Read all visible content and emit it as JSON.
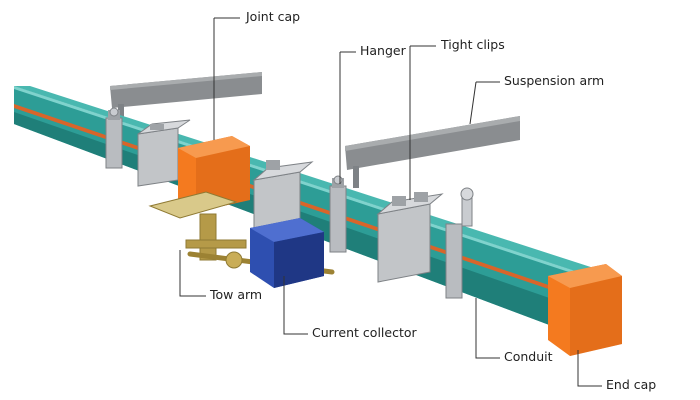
{
  "labels": {
    "joint_cap": "Joint cap",
    "hanger": "Hanger",
    "tight_clips": "Tight clips",
    "suspension_arm": "Suspension arm",
    "tow_arm": "Tow arm",
    "current_collector": "Current collector",
    "conduit": "Conduit",
    "end_cap": "End cap"
  },
  "colors": {
    "conduit_top": "#49b8b0",
    "conduit_side": "#2d9d96",
    "conduit_bottom": "#1f7f79",
    "conductor_stripe": "#d8652a",
    "cap": "#f47a1f",
    "cap_dark": "#c75a12",
    "steel": "#b9bcc0",
    "steel_dark": "#7e8286",
    "arm": "#8a8d90",
    "collector": "#2e4fb0",
    "brass": "#b59a48",
    "leader": "#333333"
  }
}
